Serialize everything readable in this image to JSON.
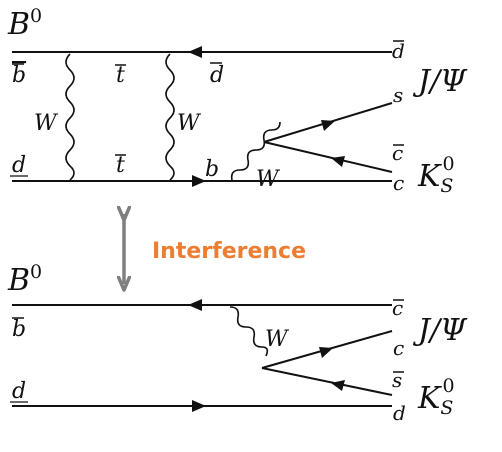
{
  "top": {
    "meson": "B",
    "meson_sup": "0",
    "quarks": {
      "bbar": "b",
      "d_in": "d",
      "tbar_top": "t",
      "tbar_bottom": "t",
      "dbar_mid": "d",
      "b_mid": "b",
      "dbar_out": "d",
      "s_out": "s",
      "cbar_out": "c",
      "c_out": "c"
    },
    "w_labels": [
      "W",
      "W",
      "W"
    ],
    "jpsi": "J/Ψ",
    "ks": "K",
    "ks_sub": "S",
    "ks_sup": "0"
  },
  "interference": {
    "label": "Interference",
    "color": "#ed7d31",
    "arrow_color": "#7f7f7f"
  },
  "bottom": {
    "meson": "B",
    "meson_sup": "0",
    "quarks": {
      "bbar": "b",
      "d_in": "d",
      "cbar_out": "c",
      "c_out": "c",
      "sbar_out": "s",
      "d_out": "d"
    },
    "w_label": "W",
    "jpsi": "J/Ψ",
    "ks": "K",
    "ks_sub": "S",
    "ks_sup": "0"
  },
  "colors": {
    "line": "#111111"
  }
}
